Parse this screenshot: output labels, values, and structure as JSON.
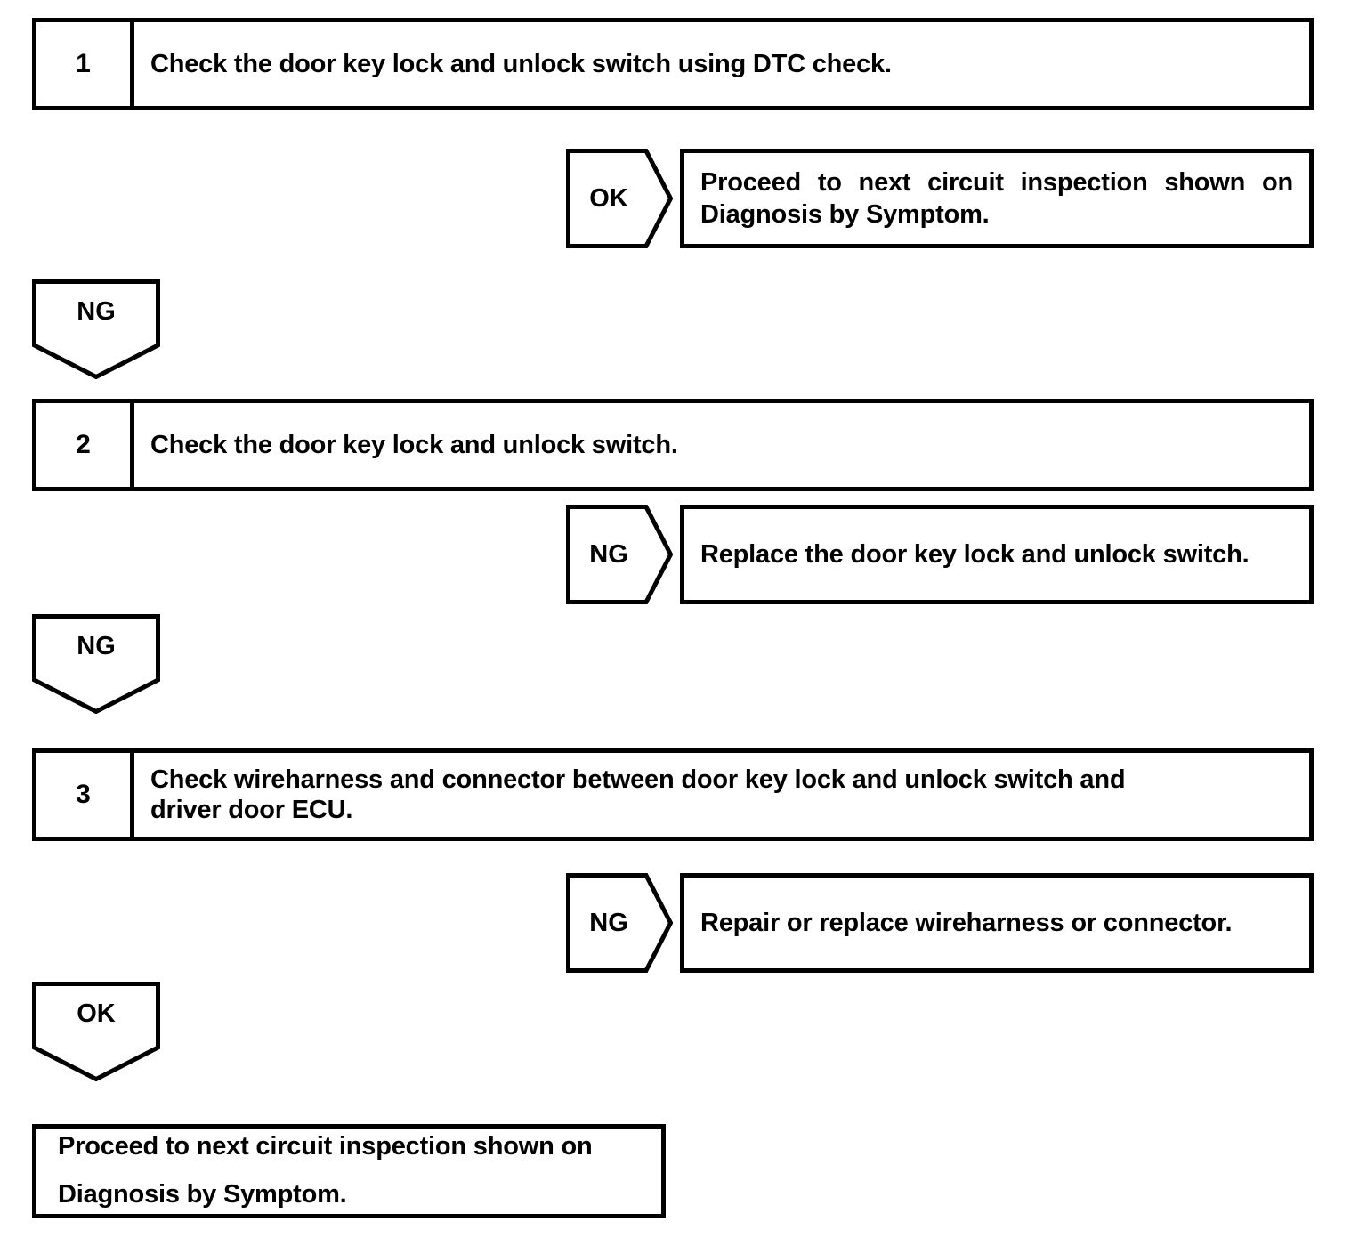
{
  "document": {
    "title": "Door Key Lock and Unlock Switch Diagnostic Flowchart",
    "type": "troubleshooting-flowchart",
    "line_color": "#000000",
    "background_color": "#ffffff",
    "text_color": "#000000"
  },
  "steps": [
    {
      "number": "1",
      "text": "Check the door key lock and unlock switch using DTC check.",
      "branch": {
        "label": "OK",
        "result_line1": "Proceed to next circuit inspection shown on",
        "result_line2": "Diagnosis by Symptom."
      },
      "continue": {
        "label": "NG"
      }
    },
    {
      "number": "2",
      "text": "Check the door key lock and unlock switch.",
      "branch": {
        "label": "NG",
        "result_line1": "Replace the door key lock and unlock switch.",
        "result_line2": ""
      },
      "continue": {
        "label": "NG"
      }
    },
    {
      "number": "3",
      "text_line1": "Check wireharness and connector between door key lock and unlock switch and",
      "text_line2": "driver door ECU.",
      "branch": {
        "label": "NG",
        "result_line1": "Repair or replace wireharness or connector.",
        "result_line2": ""
      },
      "continue": {
        "label": "OK"
      }
    }
  ],
  "terminal": {
    "line1": "Proceed to next circuit inspection shown on",
    "line2": "Diagnosis by Symptom."
  }
}
